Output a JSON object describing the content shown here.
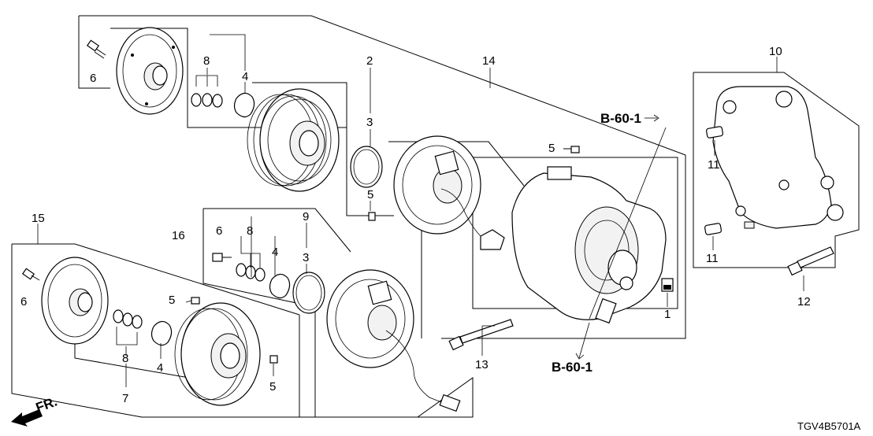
{
  "labels": {
    "c1": "1",
    "c2": "2",
    "c3a": "3",
    "c3b": "3",
    "c4a": "4",
    "c4b": "4",
    "c4c": "4",
    "c5a": "5",
    "c5b": "5",
    "c5c": "5",
    "c5d": "5",
    "c6a": "6",
    "c6b": "6",
    "c6c": "6",
    "c7": "7",
    "c8a": "8",
    "c8b": "8",
    "c8c": "8",
    "c9": "9",
    "c10": "10",
    "c11a": "11",
    "c11b": "11",
    "c12": "12",
    "c13": "13",
    "c14": "14",
    "c15": "15",
    "c16": "16"
  },
  "references": {
    "top": "B-60-1",
    "bottom": "B-60-1"
  },
  "front_arrow": "FR.",
  "diagram_code": "TGV4B5701A"
}
